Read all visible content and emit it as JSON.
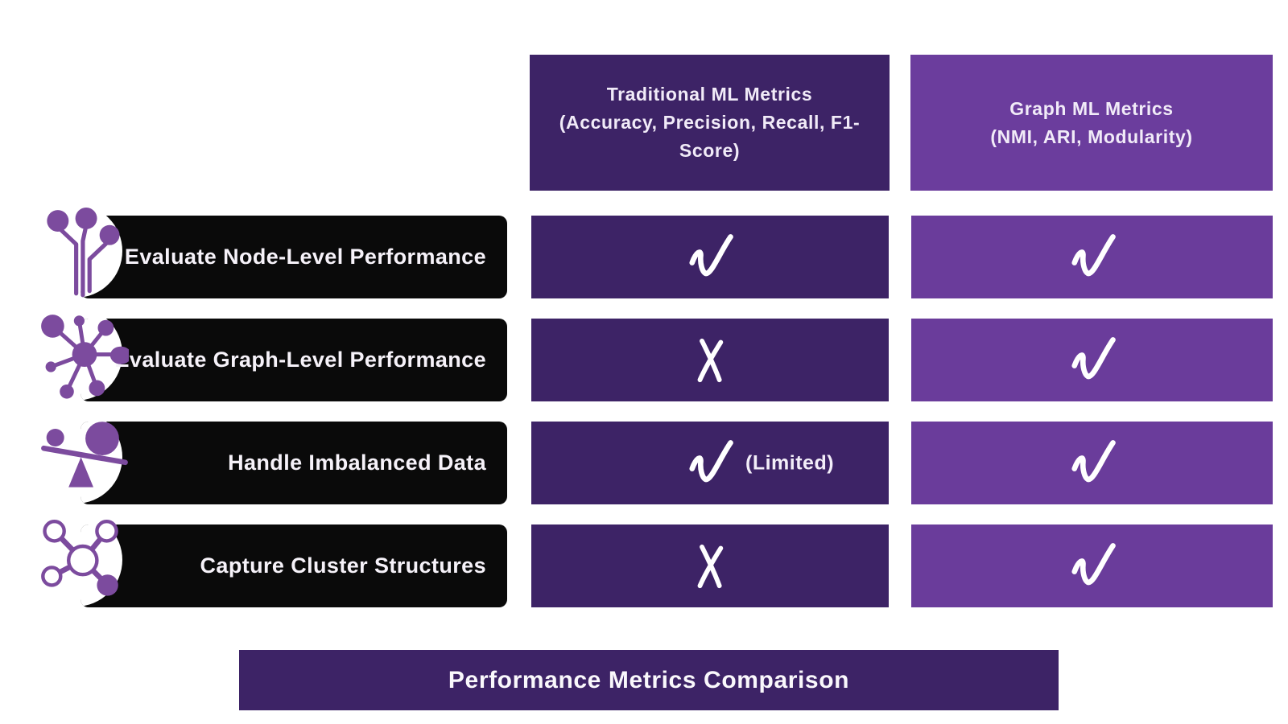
{
  "colors": {
    "dark_purple": "#3D2366",
    "medium_purple": "#6B3D9D",
    "row_black": "#0A0A0A",
    "icon_purple": "#7C4B9E",
    "text_light": "#F1EBF8"
  },
  "columns": {
    "traditional": {
      "name": "Traditional ML Metrics",
      "sub": "(Accuracy, Precision, Recall, F1-Score)"
    },
    "graph": {
      "name": "Graph ML Metrics",
      "sub": "(NMI, ARI, Modularity)"
    }
  },
  "rows": [
    {
      "label": "Evaluate Node-Level Performance",
      "icon": "node-pins-icon",
      "marks": {
        "traditional": "check",
        "graph": "check"
      }
    },
    {
      "label": "Evaluate Graph-Level Performance",
      "icon": "network-graph-icon",
      "marks": {
        "traditional": "cross",
        "graph": "check"
      }
    },
    {
      "label": "Handle Imbalanced Data",
      "icon": "balance-scale-icon",
      "marks": {
        "traditional": "check",
        "graph": "check"
      },
      "traditional_note": "(Limited)"
    },
    {
      "label": "Capture Cluster Structures",
      "icon": "cluster-network-icon",
      "marks": {
        "traditional": "cross",
        "graph": "check"
      }
    }
  ],
  "footer": {
    "title": "Performance Metrics Comparison"
  }
}
